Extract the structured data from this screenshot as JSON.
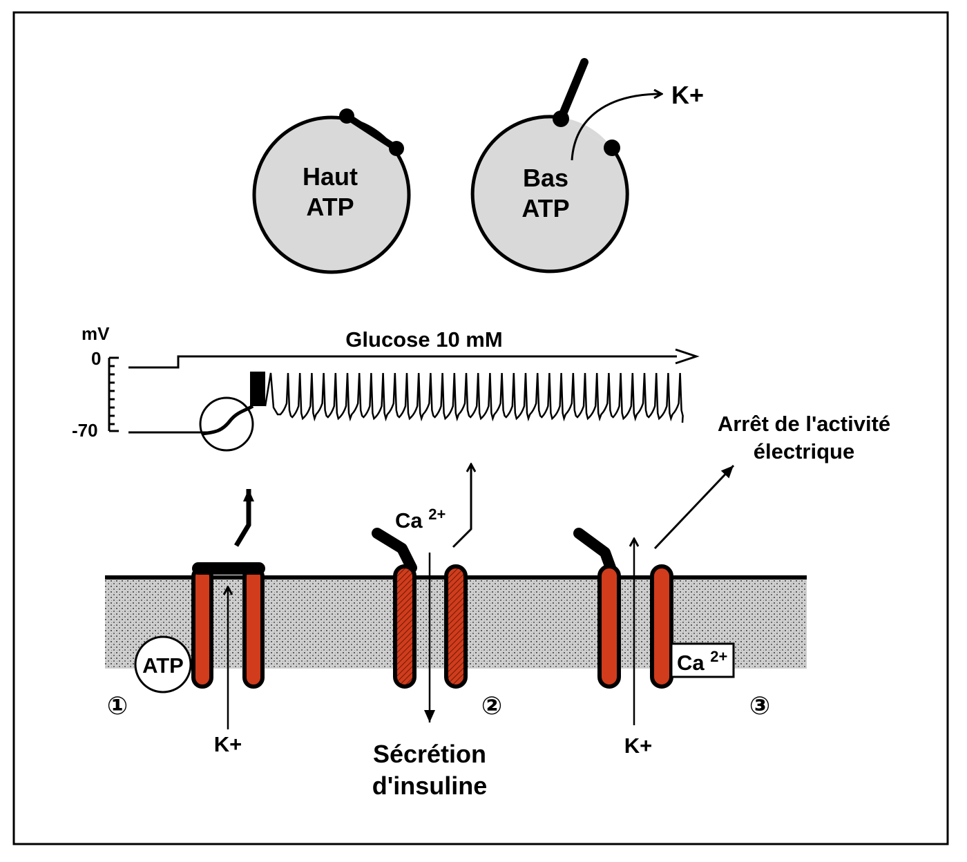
{
  "colors": {
    "cell_fill": "#d9d9d9",
    "membrane_fill": "#c4c4c4",
    "channel_red": "#d03c1c",
    "stroke": "#000000",
    "background": "#ffffff"
  },
  "cells": {
    "high": {
      "line1": "Haut",
      "line2": "ATP"
    },
    "low": {
      "line1": "Bas",
      "line2": "ATP"
    },
    "efflux_label": "K+"
  },
  "trace": {
    "unit_label": "mV",
    "tick_zero": "0",
    "tick_rest": "-70",
    "stimulus_label": "Glucose 10 mM"
  },
  "steps": {
    "one": {
      "number": "①",
      "atp_label": "ATP",
      "ion_label": "K+"
    },
    "two": {
      "number": "②",
      "ion_label_base": "Ca",
      "ion_label_sup": "2+",
      "secretion_line1": "Sécrétion",
      "secretion_line2": "d'insuline"
    },
    "three": {
      "number": "③",
      "ion_label": "K+",
      "ca_box_base": "Ca",
      "ca_box_sup": "2+",
      "result_line1": "Arrêt de l'activité",
      "result_line2": "électrique"
    }
  }
}
